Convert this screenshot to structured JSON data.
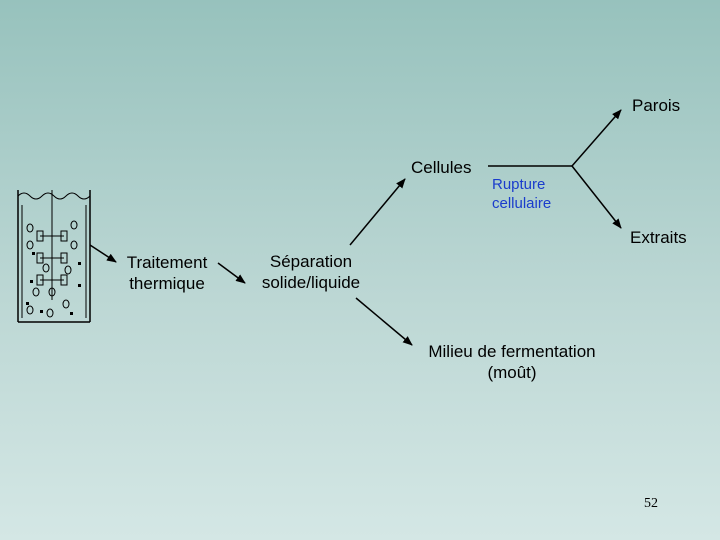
{
  "labels": {
    "parois": "Parois",
    "cellules": "Cellules",
    "rupture_line1": "Rupture",
    "rupture_line2": "cellulaire",
    "extraits": "Extraits",
    "traitement_line1": "Traitement",
    "traitement_line2": "thermique",
    "separation_line1": "Séparation",
    "separation_line2": "solide/liquide",
    "milieu_line1": "Milieu de fermentation",
    "milieu_line2": "(moût)"
  },
  "page_number": "52",
  "colors": {
    "background_top": "#97c2bd",
    "background_bottom": "#d4e7e5",
    "text": "#000000",
    "accent_text": "#1a3ccc",
    "line": "#000000"
  },
  "icons": [
    "fermenter-vessel-icon"
  ]
}
